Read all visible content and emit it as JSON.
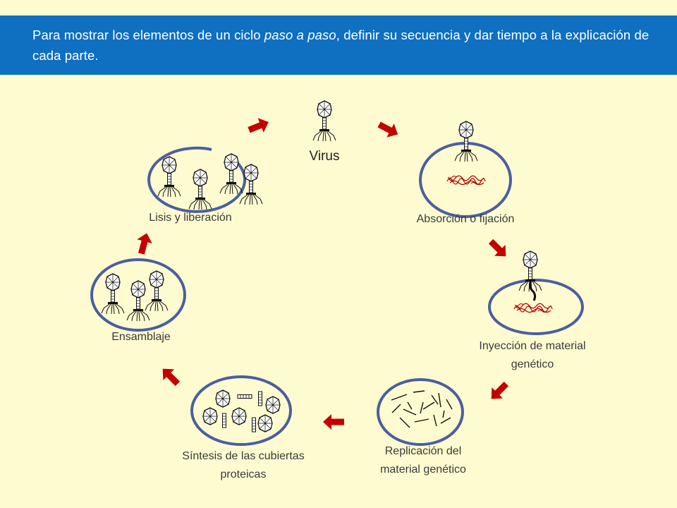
{
  "header": {
    "text_before": "Para mostrar los elementos de un ciclo ",
    "text_emphasis": "paso a paso",
    "text_after": ", definir su secuencia y dar tiempo a la explicación de cada parte."
  },
  "cycle": {
    "virus": "Virus",
    "stage1": "Absorción o fijación",
    "stage2_line1": "Inyección de material",
    "stage2_line2": "genético",
    "stage3_line1": "Replicación del",
    "stage3_line2": "material genético",
    "stage4_line1": "Síntesis de las cubiertas",
    "stage4_line2": "proteicas",
    "stage5": "Ensamblaje",
    "stage6": "Lisis y liberación"
  },
  "colors": {
    "header_bg": "#0f6fc1",
    "cell_outline": "#4a5fa0",
    "arrow": "#c40000",
    "dna": "#b00000"
  }
}
